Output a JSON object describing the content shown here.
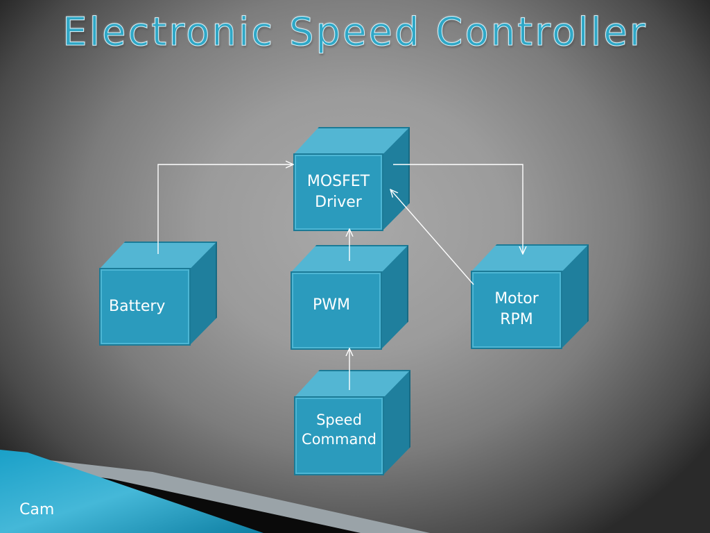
{
  "slide": {
    "title": "Electronic Speed Controller",
    "footer_label": "Cam"
  },
  "diagram": {
    "nodes": {
      "mosfet_driver": {
        "label": "MOSFET\nDriver"
      },
      "battery": {
        "label": "Battery"
      },
      "pwm": {
        "label": "PWM"
      },
      "motor_rpm": {
        "label": "Motor\nRPM"
      },
      "speed_command": {
        "label": "Speed\nCommand"
      }
    },
    "edges": [
      {
        "from": "Battery",
        "to": "MOSFET Driver"
      },
      {
        "from": "MOSFET Driver",
        "to": "Motor RPM"
      },
      {
        "from": "Motor RPM",
        "to": "MOSFET Driver"
      },
      {
        "from": "PWM",
        "to": "MOSFET Driver"
      },
      {
        "from": "Speed Command",
        "to": "PWM"
      }
    ]
  },
  "colors": {
    "box_front": "#2b9bbd",
    "box_top": "#53b6d3",
    "box_side": "#1f7f9d",
    "title": "#2fa7c6",
    "connector": "#ffffff"
  }
}
